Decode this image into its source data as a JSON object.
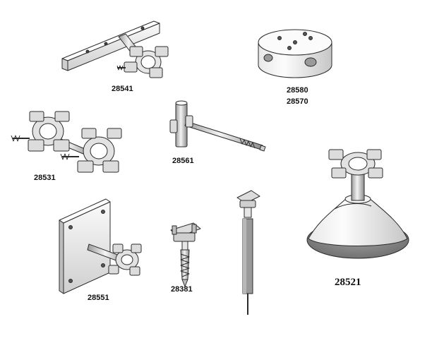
{
  "labels": {
    "p28541": "28541",
    "p28580": "28580",
    "p28570": "28570",
    "p28561": "28561",
    "p28531": "28531",
    "p28551": "28551",
    "p28381": "28381",
    "p28521": "28521"
  },
  "colors": {
    "metal_light": "#f2f2f2",
    "metal_mid": "#d4d4d4",
    "metal_dark": "#8c8c8c",
    "outline": "#2b2b2b"
  }
}
